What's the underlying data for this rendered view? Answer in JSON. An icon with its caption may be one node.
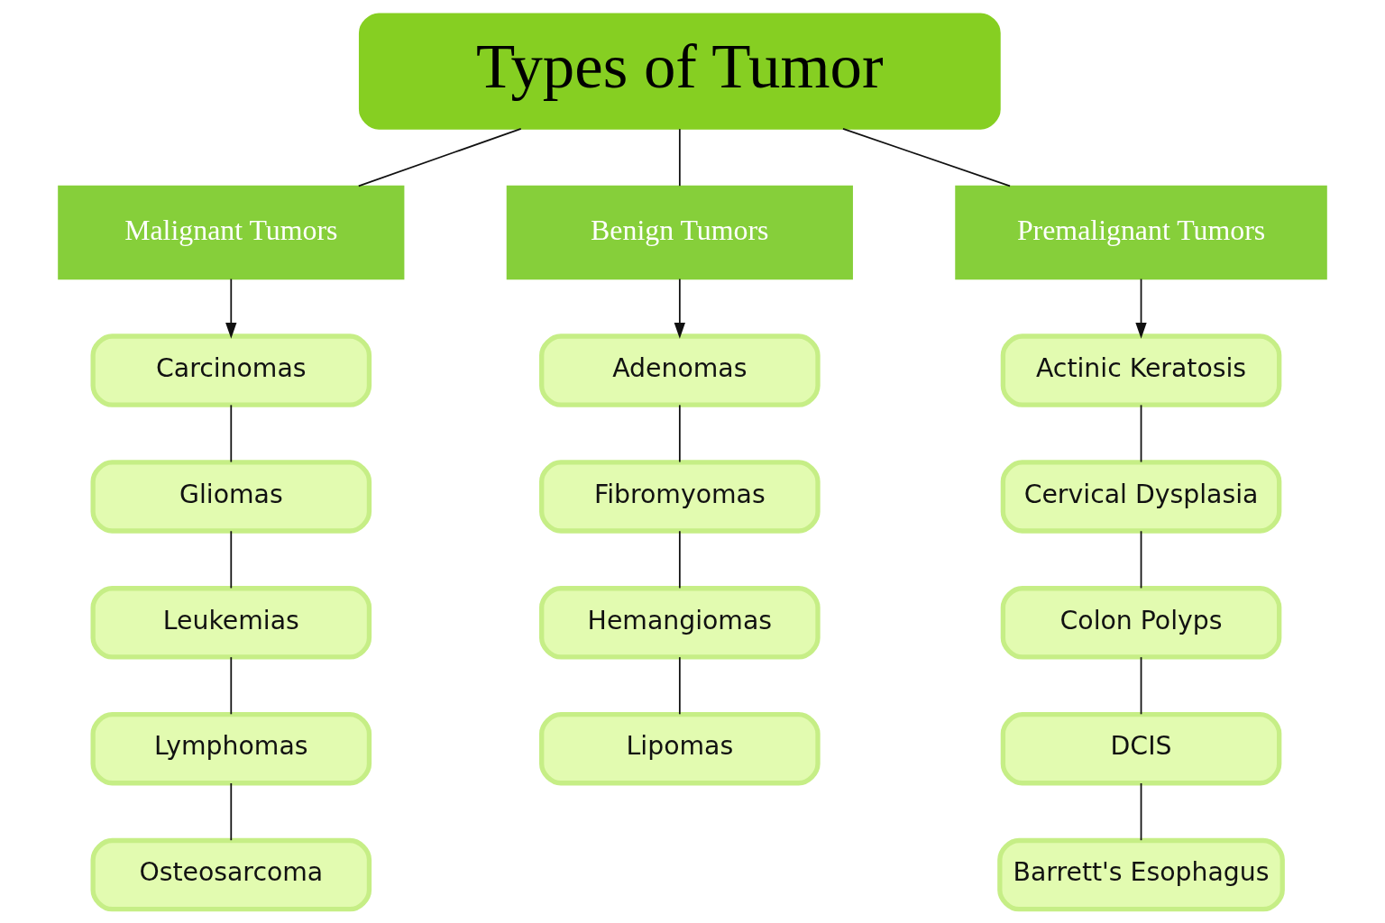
{
  "diagram": {
    "nodes": [
      {
        "text": [
          "Types of Tumor"
        ]
      },
      {
        "text": [
          "Malignant Tumors"
        ]
      },
      {
        "text": [
          "Carcinomas"
        ]
      },
      {
        "text": [
          "Gliomas"
        ]
      },
      {
        "text": [
          "Leukemias"
        ]
      },
      {
        "text": [
          "Lymphomas"
        ]
      },
      {
        "text": [
          "Osteosarcoma"
        ]
      },
      {
        "text": [
          "Benign Tumors"
        ]
      },
      {
        "text": [
          "Adenomas"
        ]
      },
      {
        "text": [
          "Fibromyomas"
        ]
      },
      {
        "text": [
          "Hemangiomas"
        ]
      },
      {
        "text": [
          "Lipomas"
        ]
      },
      {
        "text": [
          "Premalignant Tumors"
        ]
      },
      {
        "text": [
          "Actinic Keratosis"
        ]
      },
      {
        "text": [
          "Cervical Dysplasia"
        ]
      },
      {
        "text": [
          "Colon Polyps"
        ]
      },
      {
        "text": [
          "DCIS"
        ]
      },
      {
        "text": [
          "Barrett's Esophagus"
        ]
      }
    ],
    "edges": [
      {
        "from": 0,
        "to": 1,
        "arrow": "none"
      },
      {
        "from": 0,
        "to": 7,
        "arrow": "none"
      },
      {
        "from": 0,
        "to": 12,
        "arrow": "none"
      },
      {
        "from": 1,
        "to": 2,
        "arrow": "to"
      },
      {
        "from": 2,
        "to": 3,
        "arrow": "none"
      },
      {
        "from": 3,
        "to": 4,
        "arrow": "none"
      },
      {
        "from": 4,
        "to": 5,
        "arrow": "none"
      },
      {
        "from": 5,
        "to": 6,
        "arrow": "none"
      },
      {
        "from": 7,
        "to": 8,
        "arrow": "to"
      },
      {
        "from": 8,
        "to": 9,
        "arrow": "none"
      },
      {
        "from": 9,
        "to": 10,
        "arrow": "none"
      },
      {
        "from": 10,
        "to": 11,
        "arrow": "none"
      },
      {
        "from": 12,
        "to": 13,
        "arrow": "to"
      },
      {
        "from": 13,
        "to": 14,
        "arrow": "none"
      },
      {
        "from": 14,
        "to": 15,
        "arrow": "none"
      },
      {
        "from": 15,
        "to": 16,
        "arrow": "none"
      },
      {
        "from": 16,
        "to": 17,
        "arrow": "none"
      }
    ]
  }
}
